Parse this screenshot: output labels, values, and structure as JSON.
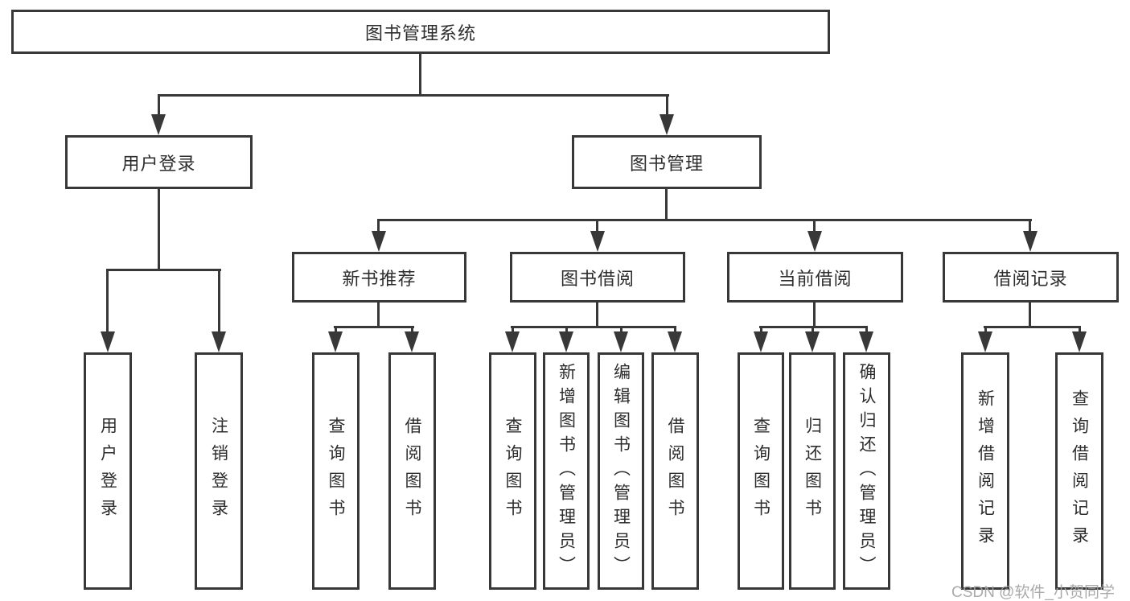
{
  "colors": {
    "line": "#383838",
    "text": "#2d2d2d",
    "bg": "#ffffff",
    "watermark": "#a3a3a3"
  },
  "diagram": {
    "root": {
      "label": "图书管理系统"
    },
    "branches": [
      {
        "label": "用户登录",
        "children": [
          {
            "label": "用户登录"
          },
          {
            "label": "注销登录"
          }
        ]
      },
      {
        "label": "图书管理",
        "children": [
          {
            "label": "新书推荐",
            "children": [
              {
                "label": "查询图书"
              },
              {
                "label": "借阅图书"
              }
            ]
          },
          {
            "label": "图书借阅",
            "children": [
              {
                "label": "查询图书"
              },
              {
                "label": "新增图书（管理员）"
              },
              {
                "label": "编辑图书（管理员）"
              },
              {
                "label": "借阅图书"
              }
            ]
          },
          {
            "label": "当前借阅",
            "children": [
              {
                "label": "查询图书"
              },
              {
                "label": "归还图书"
              },
              {
                "label": "确认归还（管理员）"
              }
            ]
          },
          {
            "label": "借阅记录",
            "children": [
              {
                "label": "新增借阅记录"
              },
              {
                "label": "查询借阅记录"
              }
            ]
          }
        ]
      }
    ]
  },
  "watermark": {
    "text": "CSDN @软件_小贺同学"
  }
}
